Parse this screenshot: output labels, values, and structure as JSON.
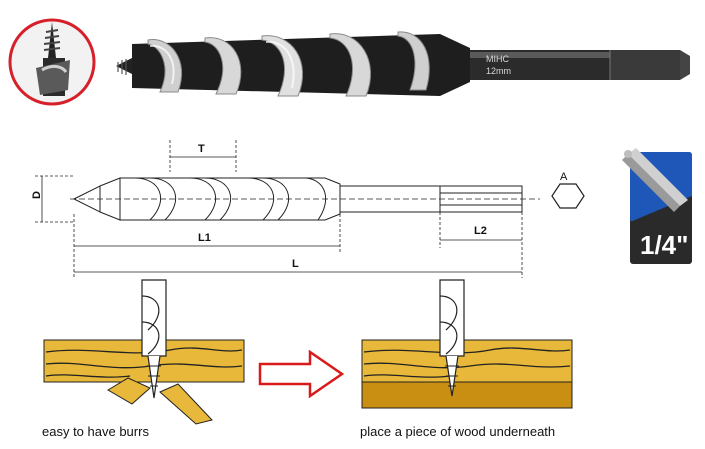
{
  "product": {
    "shank_marking": {
      "brand": "MIHC",
      "size": "12mm"
    }
  },
  "dimensions": {
    "labels": {
      "thread_pitch": "T",
      "diameter": "D",
      "flute_length": "L1",
      "hex_length": "L2",
      "overall_length": "L",
      "hex_across_flats": "A"
    }
  },
  "badge": {
    "shank_size": "1/4\""
  },
  "illustrations": {
    "left_caption": "easy to have burrs",
    "right_caption": "place a piece of wood underneath"
  },
  "colors": {
    "wood_light": "#e8b83a",
    "wood_dark": "#c98f12",
    "arrow_red": "#d91a1a",
    "badge_blue": "#1f57b8",
    "badge_dark": "#2a2a2a",
    "magnifier_ring": "#d6202a"
  }
}
